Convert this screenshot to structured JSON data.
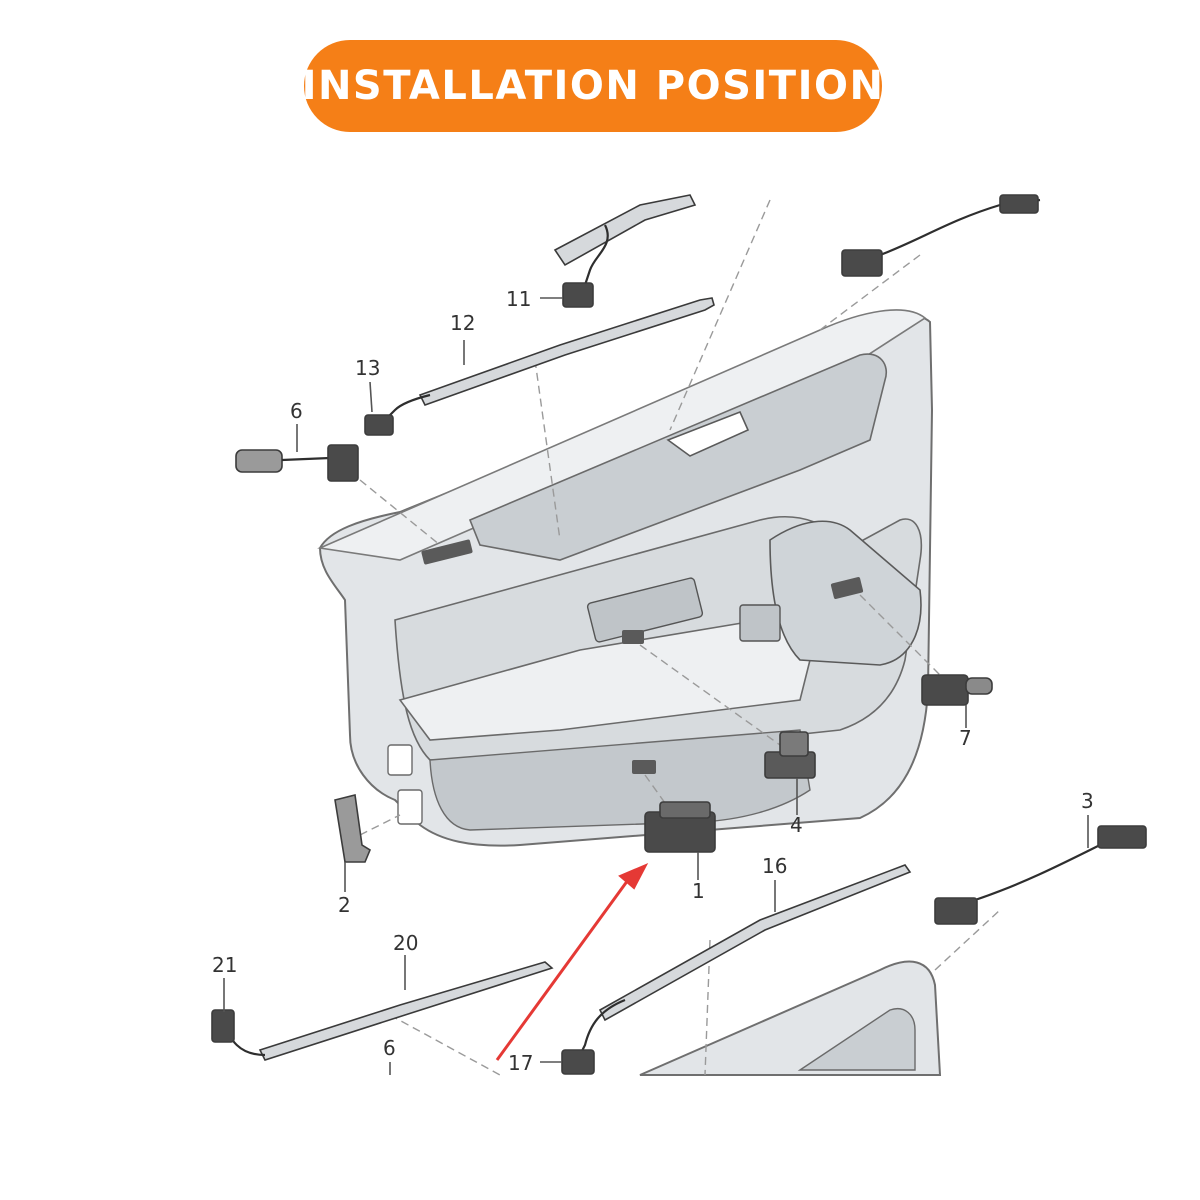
{
  "title": "INSTALLATION POSITION",
  "callouts": [
    {
      "id": "1",
      "label": "1"
    },
    {
      "id": "2",
      "label": "2"
    },
    {
      "id": "3",
      "label": "3"
    },
    {
      "id": "4",
      "label": "4"
    },
    {
      "id": "6a",
      "label": "6"
    },
    {
      "id": "6b",
      "label": "6"
    },
    {
      "id": "7",
      "label": "7"
    },
    {
      "id": "11",
      "label": "11"
    },
    {
      "id": "12",
      "label": "12"
    },
    {
      "id": "13",
      "label": "13"
    },
    {
      "id": "16",
      "label": "16"
    },
    {
      "id": "17",
      "label": "17"
    },
    {
      "id": "20",
      "label": "20"
    },
    {
      "id": "21",
      "label": "21"
    }
  ],
  "highlighted_part": "1",
  "colors": {
    "title_background": "#f57f17",
    "title_text": "#ffffff",
    "arrow": "#e53935",
    "panel_fill": "#dfe3e6",
    "panel_inner": "#c9ced2",
    "part_fill": "#4a4a4a"
  }
}
